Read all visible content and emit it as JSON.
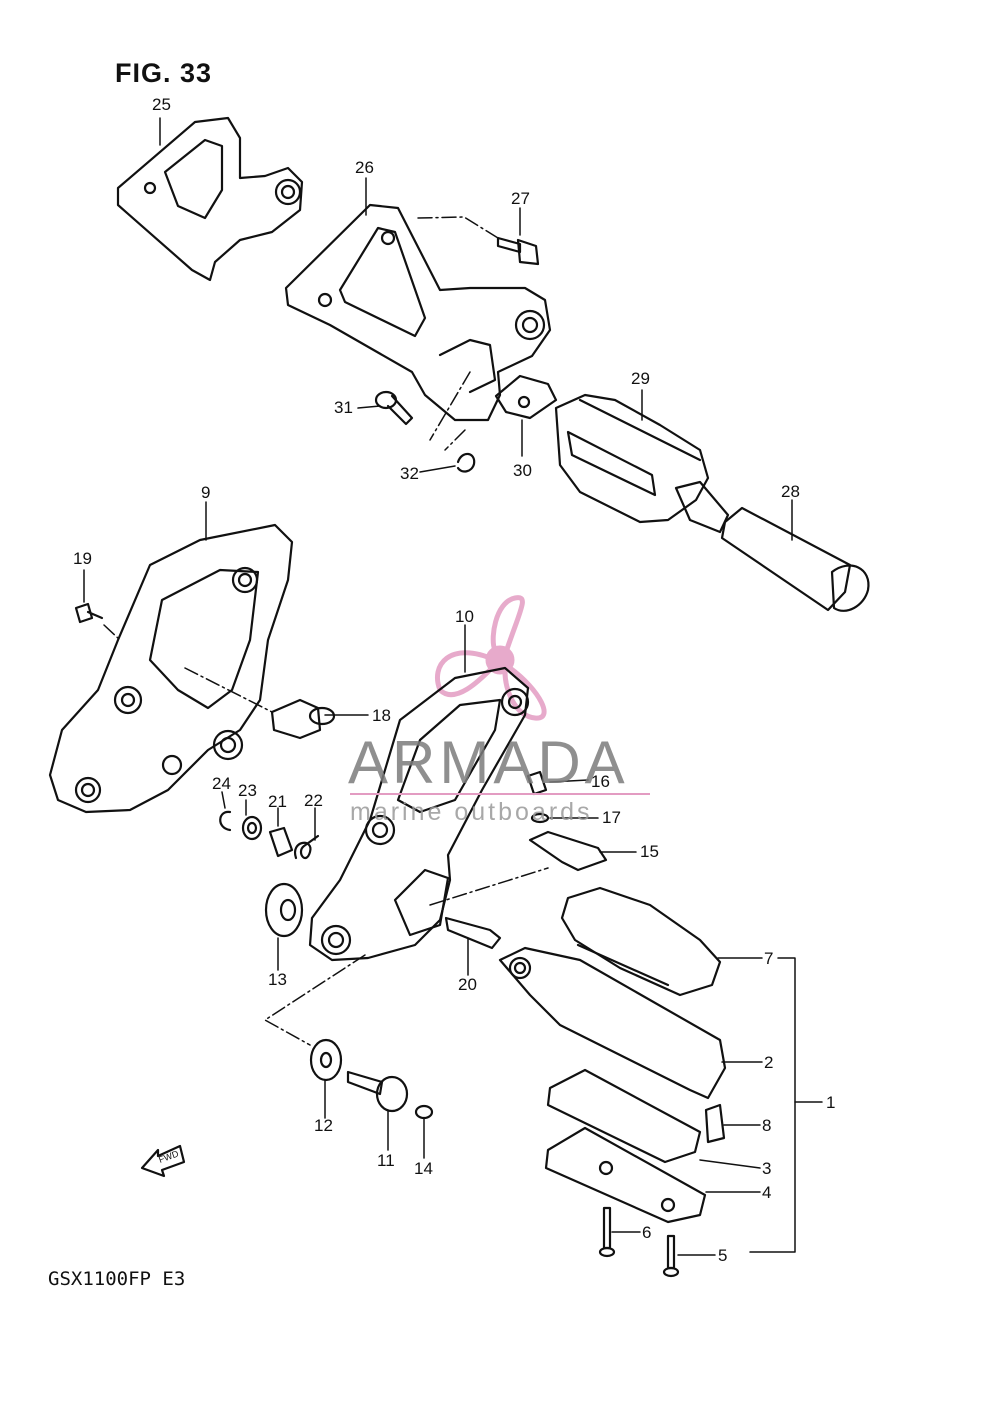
{
  "figure": {
    "title": "FIG. 33",
    "model": "GSX1100FP  E3"
  },
  "watermark": {
    "name": "ARMADA",
    "sub": "marine outboards",
    "accent": "#e39cc2"
  },
  "fwd_label": "FWD",
  "callouts": [
    "25",
    "26",
    "27",
    "29",
    "31",
    "32",
    "30",
    "28",
    "9",
    "19",
    "10",
    "18",
    "16",
    "24",
    "23",
    "21",
    "22",
    "17",
    "15",
    "13",
    "20",
    "7",
    "2",
    "1",
    "12",
    "11",
    "14",
    "8",
    "3",
    "4",
    "6",
    "5"
  ]
}
